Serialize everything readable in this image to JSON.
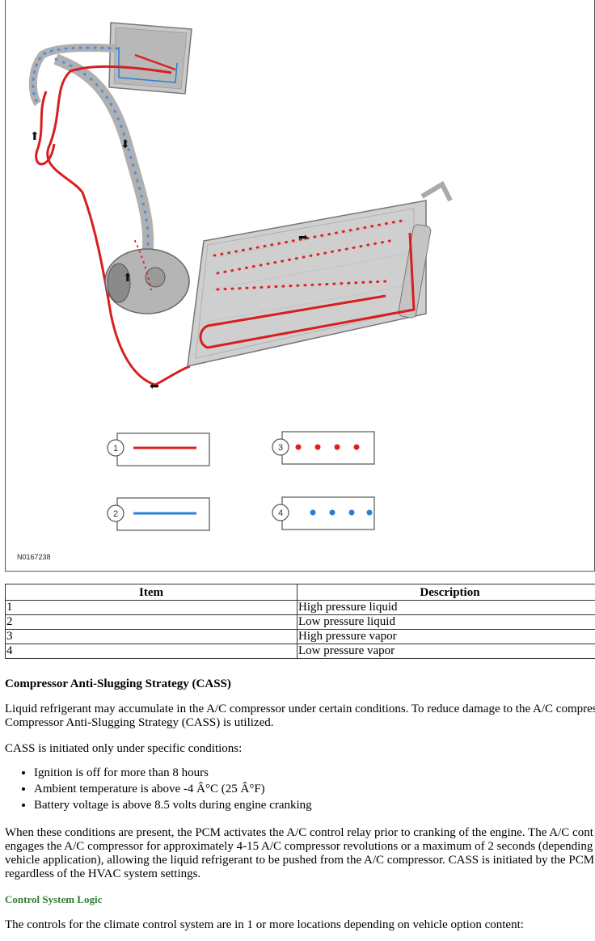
{
  "figure": {
    "code": "N0167238",
    "legend": [
      {
        "num": "1",
        "color": "#e02020",
        "style": "solid"
      },
      {
        "num": "2",
        "color": "#2a7fd4",
        "style": "solid"
      },
      {
        "num": "3",
        "color": "#e02020",
        "style": "dots"
      },
      {
        "num": "4",
        "color": "#2a7fd4",
        "style": "dots"
      }
    ]
  },
  "table": {
    "headers": [
      "Item",
      "Description"
    ],
    "rows": [
      {
        "item": "1",
        "desc": "High pressure liquid"
      },
      {
        "item": "2",
        "desc": "Low pressure liquid"
      },
      {
        "item": "3",
        "desc": "High pressure vapor"
      },
      {
        "item": "4",
        "desc": "Low pressure vapor"
      }
    ]
  },
  "cass": {
    "heading": "Compressor Anti-Slugging Strategy (CASS)",
    "para1_line1": "Liquid refrigerant may accumulate in the A/C compressor under certain conditions. To reduce damage to the A/C compres",
    "para1_line2": "Compressor Anti-Slugging Strategy (CASS) is utilized.",
    "para2": "CASS is initiated only under specific conditions:",
    "conditions": [
      "Ignition is off for more than 8 hours",
      "Ambient temperature is above -4 Â°C (25 Â°F)",
      "Battery voltage is above 8.5 volts during engine cranking"
    ],
    "para3_lines": [
      "When these conditions are present, the PCM activates the A/C control relay prior to cranking of the engine. The A/C cont",
      "engages the A/C compressor for approximately 4-15 A/C compressor revolutions or a maximum of 2 seconds (depending",
      "vehicle application), allowing the liquid refrigerant to be pushed from the A/C compressor. CASS is initiated by the PCM",
      "regardless of the HVAC system settings."
    ]
  },
  "control": {
    "heading": "Control System Logic",
    "para": "The controls for the climate control system are in 1 or more locations depending on vehicle option content:"
  }
}
